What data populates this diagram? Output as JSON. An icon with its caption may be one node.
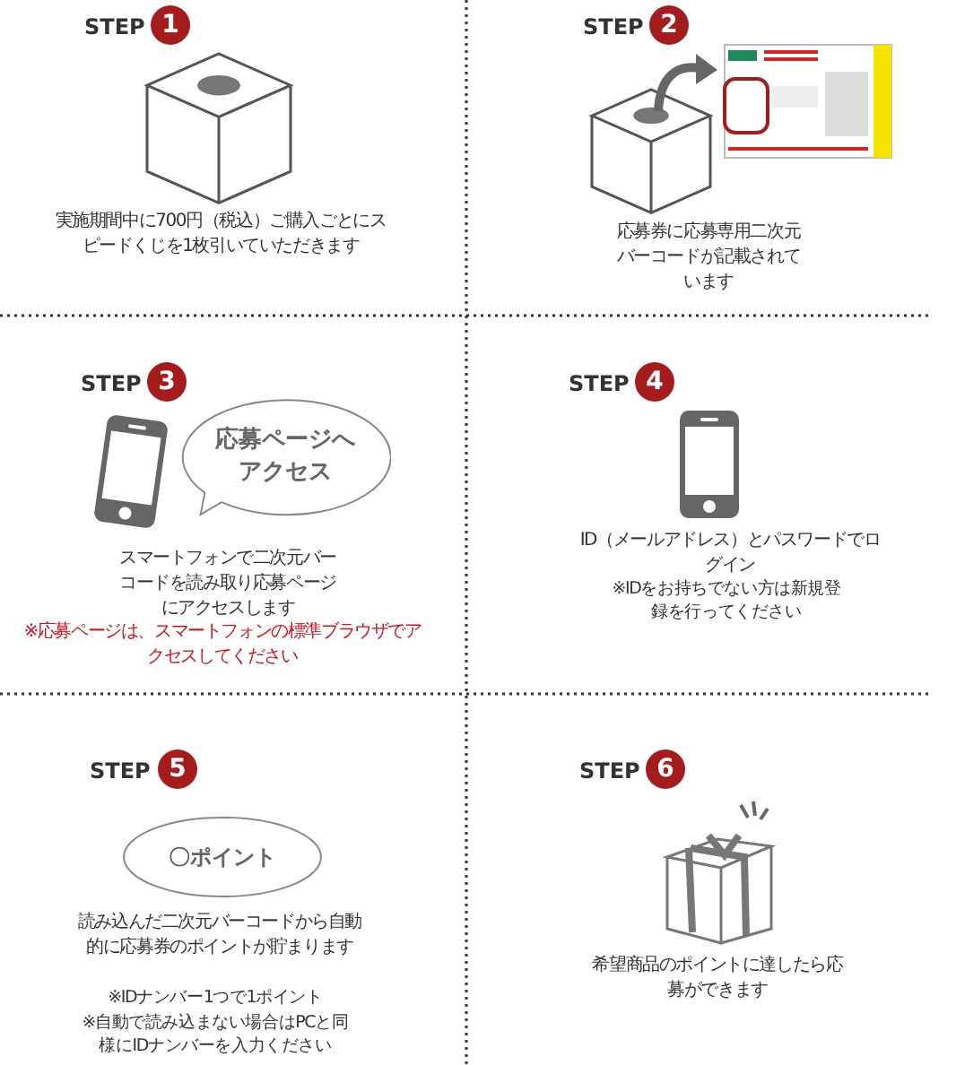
{
  "diagram": {
    "nodes": [
      {
        "text": [
          "応募ページへアクセス"
        ]
      },
      {
        "text": [
          "〇ポイント"
        ]
      }
    ],
    "labels": [
      "STEP",
      "1",
      "実施期間中に700円（税込）ご購入ごとにスピードくじを1枚引いていただきます",
      "STEP",
      "2",
      "応募券に応募専用二次元バーコードが記載されています",
      "STEP",
      "3",
      "スマートフォンで二次元バーコードを読み取り応募ページにアクセスします",
      "※応募ページは、スマートフォンの標準ブラウザでアクセスしてください",
      "STEP",
      "4",
      "ID（メールアドレス）とパスワードでログイン",
      "※IDをお持ちでない方は新規登録を行ってください",
      "STEP",
      "5",
      "読み込んだ二次元バーコードから自動的に応募券のポイントが貯まります",
      "※IDナンバー1つで1ポイント",
      "※自動で読み込まない場合はPCと同様にIDナンバーを入力ください",
      "STEP",
      "6",
      "希望商品のポイントに達したら応募ができます"
    ]
  }
}
